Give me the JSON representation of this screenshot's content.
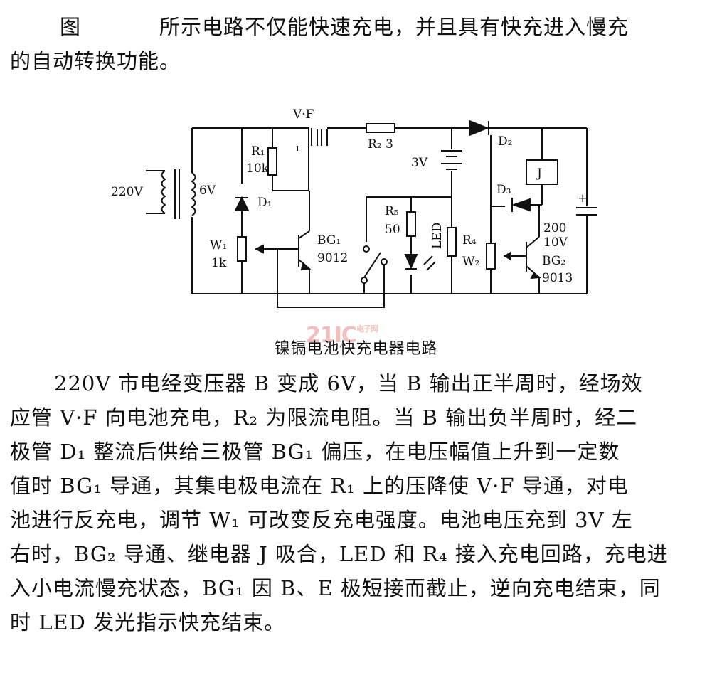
{
  "intro": {
    "fig_word": "图",
    "text_line1": "所示电路不仅能快速充电，并且具有快充进入慢充",
    "text_line2": "的自动转换功能。"
  },
  "circuit": {
    "labels": {
      "vf": "V·F",
      "r2": "R₂ 3",
      "d2": "D₂",
      "r1": "R₁",
      "r1_val": "10k",
      "d1": "D₁",
      "v220": "220V",
      "v6": "6V",
      "w1": "W₁",
      "w1_val": "1k",
      "bg1": "BG₁",
      "bg1_val": "9012",
      "v3": "3V",
      "r5": "R₅",
      "r5_val": "50",
      "led": "LED",
      "r4": "R₄",
      "w2": "W₂",
      "d3": "D₃",
      "j": "J",
      "c_val": "200",
      "c_volt": "10V",
      "plus": "+",
      "bg2": "BG₂",
      "bg2_val": "9013"
    },
    "caption": "镍镉电池快充电器电路"
  },
  "watermark": {
    "main": "21IC",
    "sub": "电子网"
  },
  "body": {
    "line1": "220V 市电经变压器 B 变成 6V，当 B 输出正半周时，经场效",
    "line2": "应管 V·F 向电池充电，R₂ 为限流电阻。当 B 输出负半周时，经二",
    "line3": "极管 D₁ 整流后供给三极管 BG₁ 偏压，在电压幅值上升到一定数",
    "line4": "值时 BG₁ 导通，其集电极电流在 R₁ 上的压降使 V·F 导通，对电",
    "line5": "池进行反充电，调节 W₁ 可改变反充电强度。电池电压充到 3V 左",
    "line6": "右时，BG₂ 导通、继电器 J 吸合，LED 和 R₄ 接入充电回路，充电进",
    "line7": "入小电流慢充状态，BG₁ 因 B、E 极短接而截止，逆向充电结束，同",
    "line8": "时 LED 发光指示快充结束。"
  }
}
